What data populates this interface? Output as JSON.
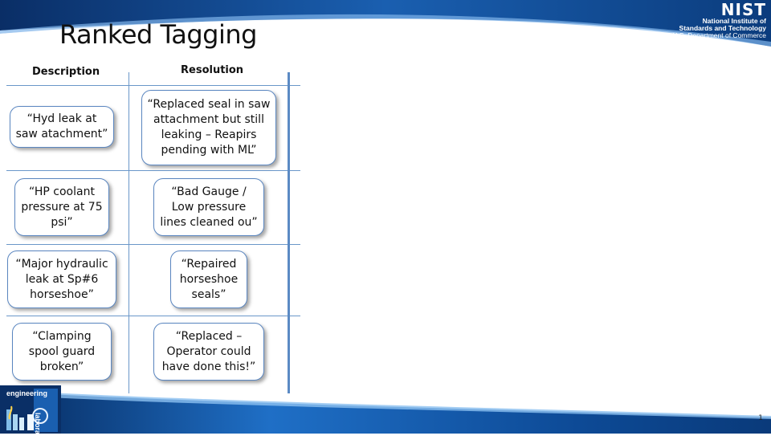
{
  "header": {
    "logo_mark": "NIST",
    "logo_line1": "National Institute of",
    "logo_line2": "Standards and Technology",
    "logo_line3": "U.S. Department of Commerce"
  },
  "slide": {
    "title": "Ranked Tagging",
    "page_number": "1"
  },
  "table": {
    "headers": {
      "description": "Description",
      "resolution": "Resolution"
    },
    "rows": [
      {
        "description": "“Hyd leak at saw atachment”",
        "resolution": "“Replaced seal in saw attachment but still leaking – Reapirs pending with ML”"
      },
      {
        "description": "“HP coolant pressure at 75 psi”",
        "resolution": "“Bad Gauge / Low pressure lines cleaned ou”"
      },
      {
        "description": "“Major hydraulic leak at Sp#6 horseshoe”",
        "resolution": "“Repaired horseshoe seals”"
      },
      {
        "description": "“Clamping spool guard broken”",
        "resolution": "“Replaced – Operator could have done this!”"
      }
    ]
  },
  "footer": {
    "lab_word1": "engineering",
    "lab_word2": "laboratory"
  },
  "colors": {
    "banner_dark": "#0b3c7d",
    "banner_light": "#2f7fd0",
    "rule": "#6a97c9"
  }
}
